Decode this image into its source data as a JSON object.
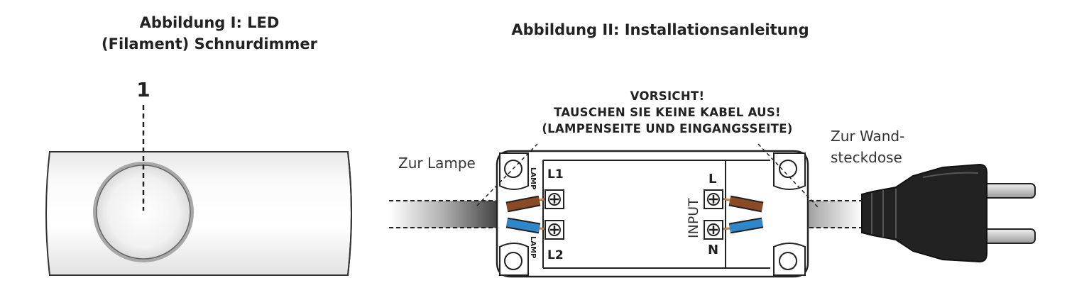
{
  "figure1": {
    "title_line1": "Abbildung I: LED",
    "title_line2": "(Filament) Schnurdimmer",
    "callout_number": "1"
  },
  "figure2": {
    "title": "Abbildung II: Installationsanleitung",
    "warning": [
      "VORSICHT!",
      "TAUSCHEN SIE KEINE KABEL AUS!",
      "(LAMPENSEITE UND EINGANGSSEITE)"
    ],
    "label_lamp": "Zur Lampe",
    "label_wall_line1": "Zur Wand-",
    "label_wall_line2": "steckdose",
    "terminals": {
      "lamp_side_text": "LAMP",
      "l1": "L1",
      "l2": "L2",
      "l": "L",
      "n": "N",
      "input": "INPUT"
    },
    "colors": {
      "brown_wire": "#8a4a26",
      "blue_wire": "#2f86c8",
      "cable": "#333333",
      "plug": "#1f1f1f"
    }
  }
}
